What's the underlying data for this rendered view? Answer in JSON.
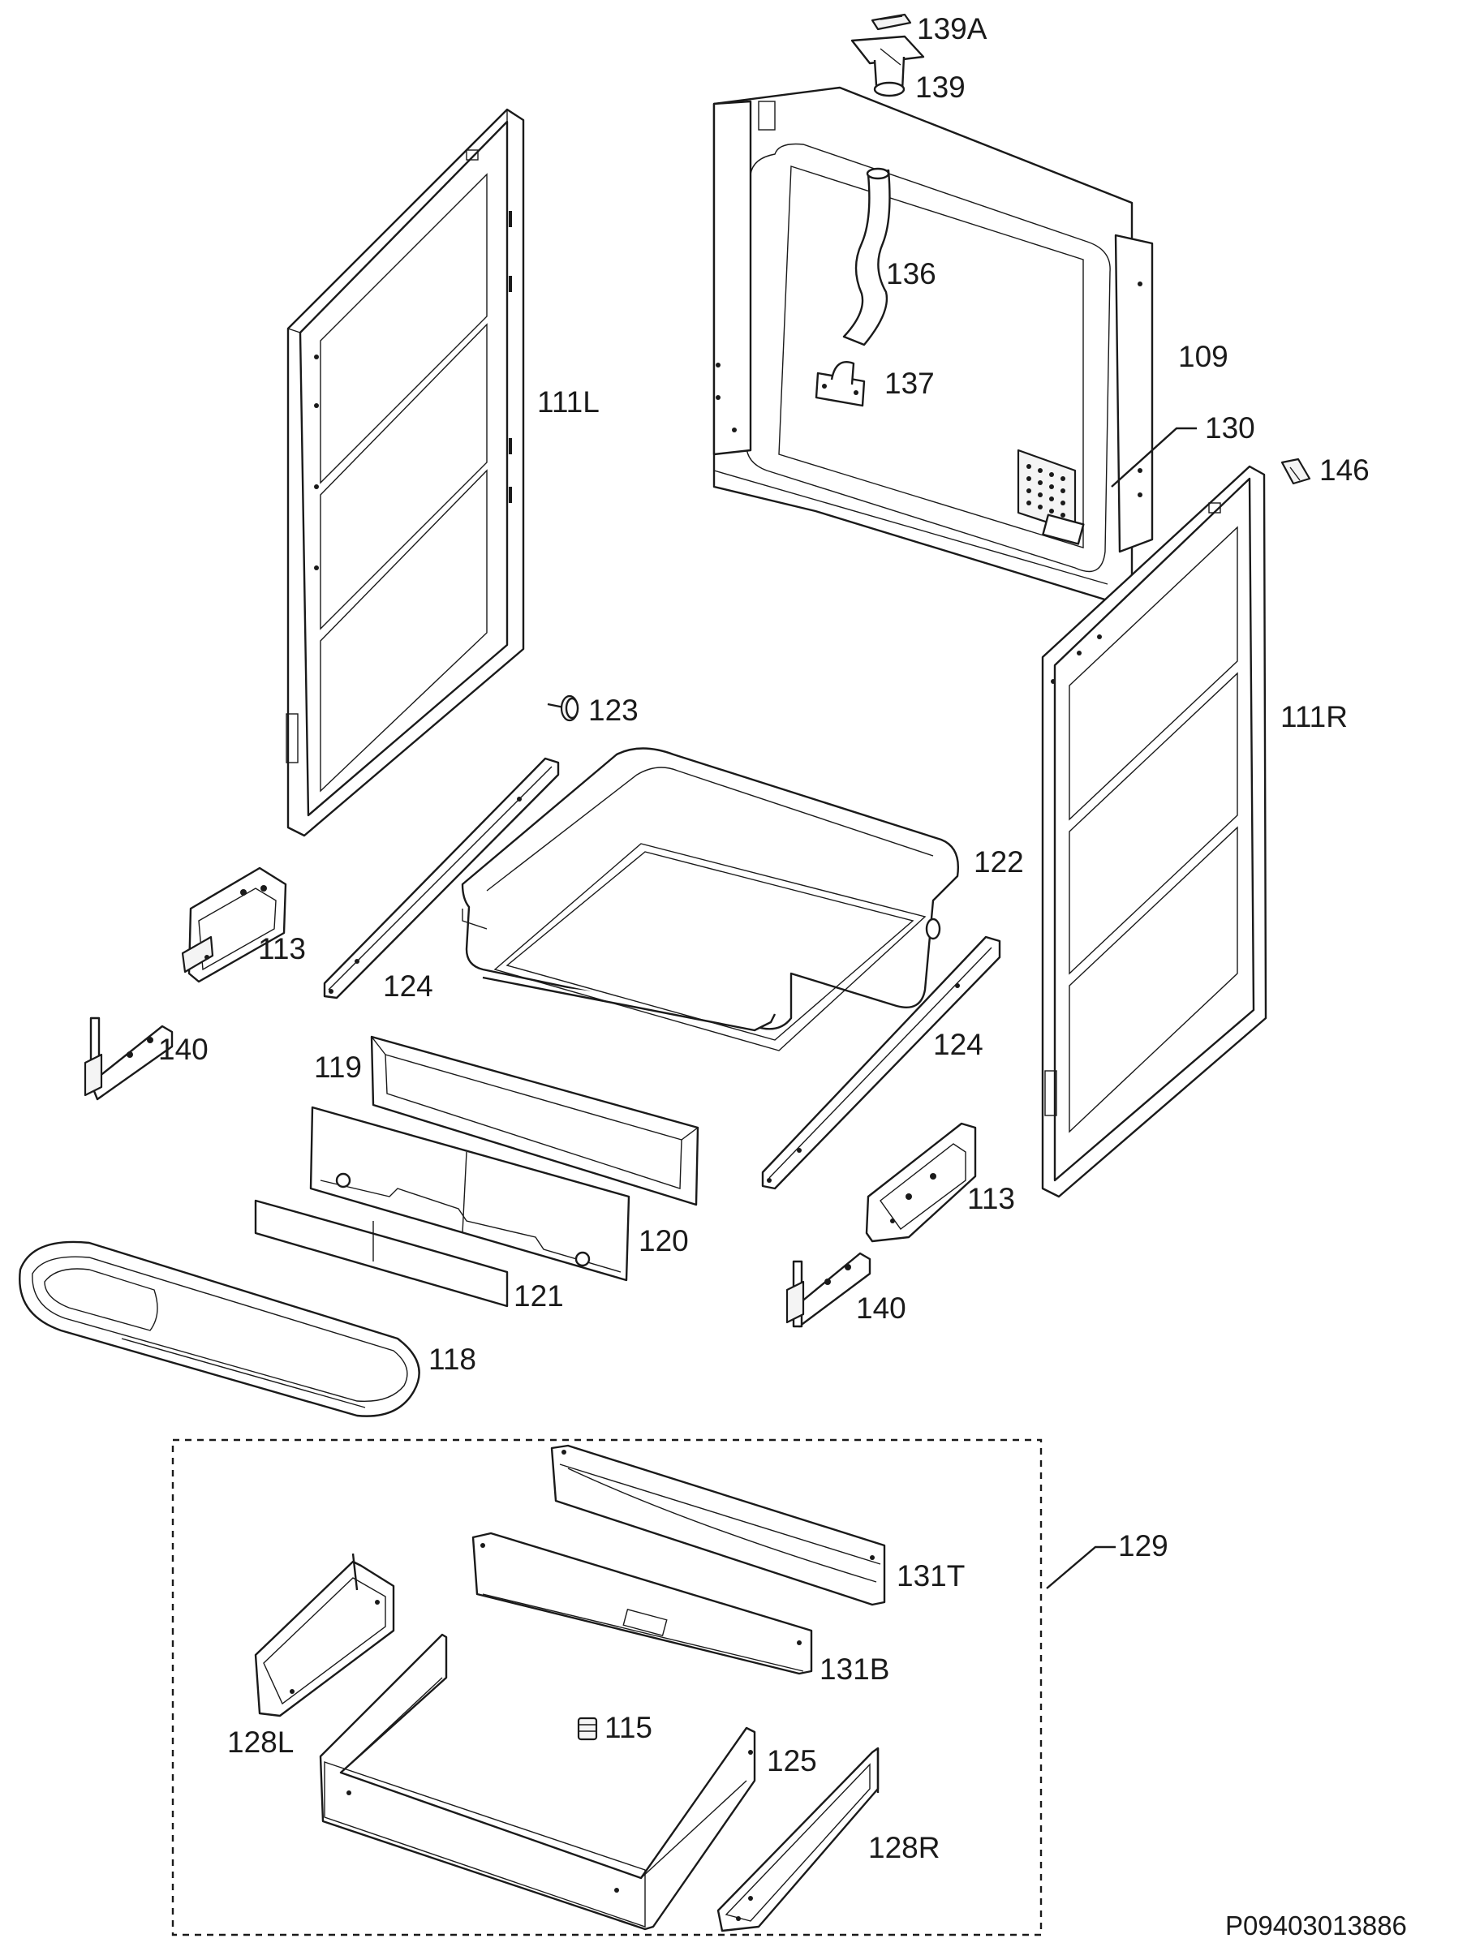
{
  "diagram": {
    "reference_code": "P09403013886",
    "labels": {
      "p139A": "139A",
      "p139": "139",
      "p136": "136",
      "p109": "109",
      "p137": "137",
      "p130": "130",
      "p146": "146",
      "p111L": "111L",
      "p111R": "111R",
      "p123": "123",
      "p122": "122",
      "p113_left": "113",
      "p113_right": "113",
      "p124_left": "124",
      "p124_right": "124",
      "p140_left": "140",
      "p140_right": "140",
      "p119": "119",
      "p120": "120",
      "p121": "121",
      "p118": "118",
      "p129": "129",
      "p131T": "131T",
      "p131B": "131B",
      "p115": "115",
      "p128L": "128L",
      "p125": "125",
      "p128R": "128R"
    }
  }
}
